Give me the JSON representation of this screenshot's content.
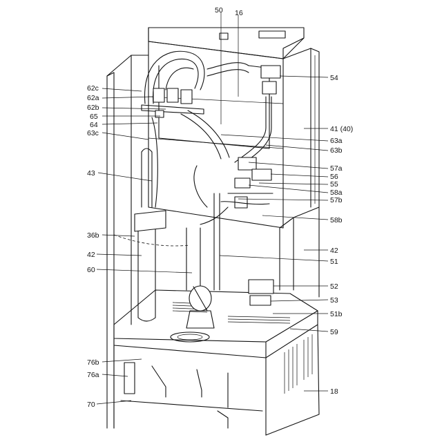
{
  "labels": {
    "l50": "50",
    "l16": "16",
    "l54": "54",
    "l62c": "62c",
    "l62a": "62a",
    "l62b": "62b",
    "l65": "65",
    "l64": "64",
    "l63c": "63c",
    "l41": "41 (40)",
    "l63a": "63a",
    "l63b": "63b",
    "l43": "43",
    "l57a": "57a",
    "l56": "56",
    "l55": "55",
    "l58a": "58a",
    "l57b": "57b",
    "l58b": "58b",
    "l36b": "36b",
    "l42l": "42",
    "l42r": "42",
    "l60": "60",
    "l51": "51",
    "l52": "52",
    "l53": "53",
    "l51b": "51b",
    "l59": "59",
    "l76b": "76b",
    "l76a": "76a",
    "l70": "70",
    "l18": "18"
  }
}
